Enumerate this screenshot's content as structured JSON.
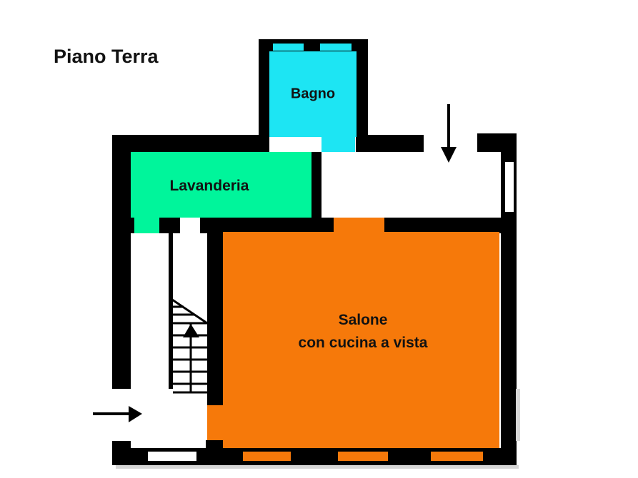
{
  "title": "Piano Terra",
  "rooms": {
    "bagno": {
      "label": "Bagno"
    },
    "lavanderia": {
      "label": "Lavanderia"
    },
    "salone": {
      "label": "Salone",
      "sublabel": "con cucina a vista"
    }
  },
  "arrows": {
    "entrance": "arrow-right-into-entrance",
    "terrace": "arrow-down-into-corridor",
    "stairs": "arrow-up-staircase"
  },
  "colors": {
    "wall": "#000000",
    "bagno": "#1de5f3",
    "lavanderia": "#00f59b",
    "salone": "#f6790a",
    "background": "#ffffff",
    "text": "#121212",
    "shadow": "#d6d6d6"
  }
}
